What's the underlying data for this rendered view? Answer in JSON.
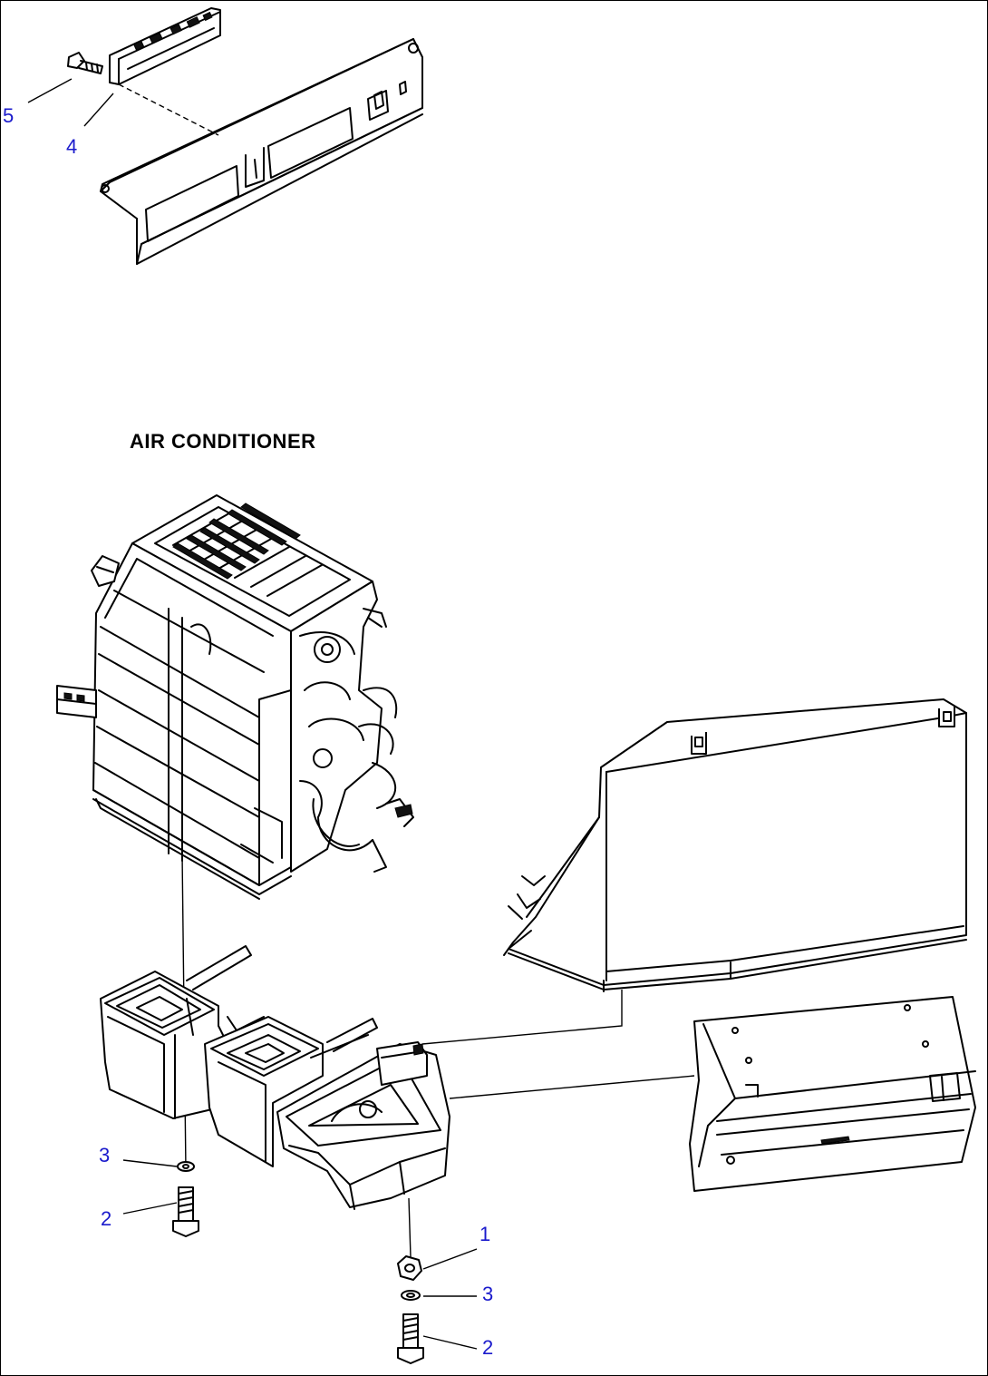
{
  "title": "AIR CONDITIONER",
  "callout_color": "#1a1acc",
  "callouts": [
    {
      "id": "c5",
      "label": "5"
    },
    {
      "id": "c4",
      "label": "4"
    },
    {
      "id": "c3a",
      "label": "3"
    },
    {
      "id": "c2a",
      "label": "2"
    },
    {
      "id": "c1",
      "label": "1"
    },
    {
      "id": "c3b",
      "label": "3"
    },
    {
      "id": "c2b",
      "label": "2"
    }
  ]
}
